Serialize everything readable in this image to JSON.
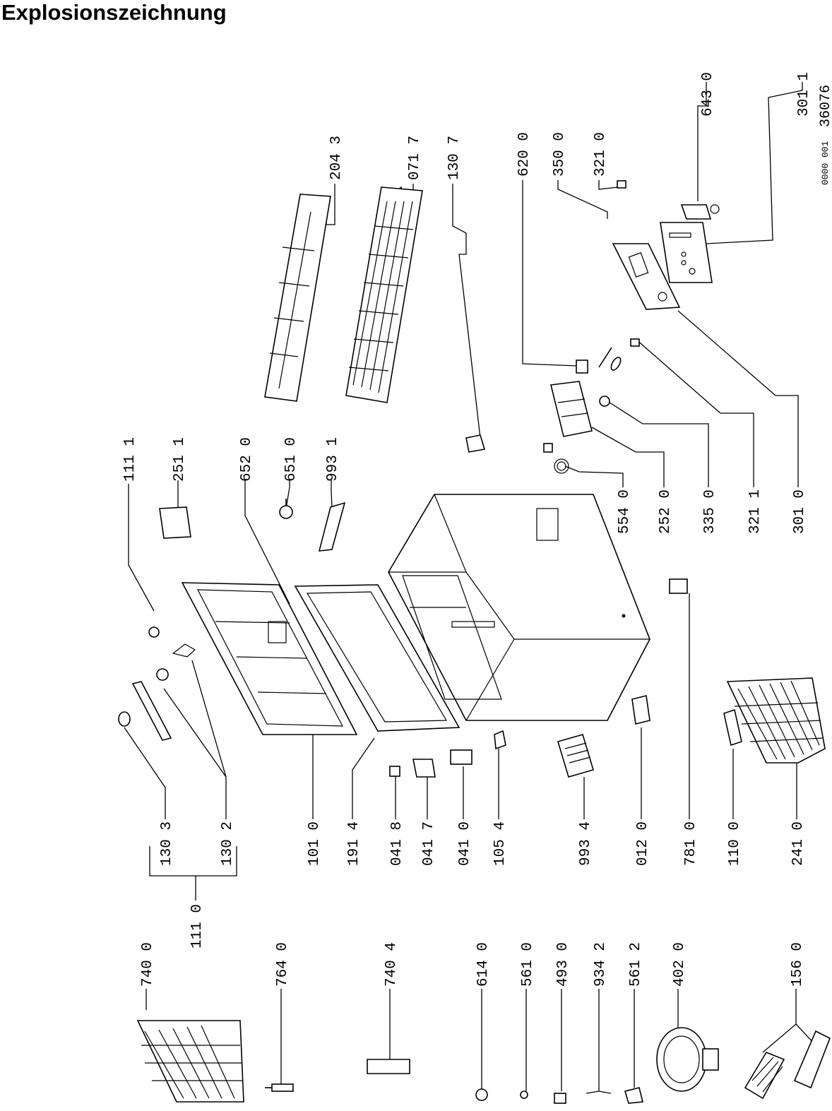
{
  "title": "Explosionszeichnung",
  "doc_number": "0000 001",
  "doc_code": "36076",
  "labels": {
    "p3011": "301 1",
    "p6430": "643 0",
    "p2043": "204 3",
    "p0717": "071 7",
    "p1307": "130 7",
    "p6200": "620 0",
    "p3500": "350 0",
    "p3210": "321 0",
    "p1111": "111 1",
    "p2511": "251 1",
    "p6520": "652 0",
    "p6510": "651 0",
    "p9931": "993 1",
    "p5540": "554 0",
    "p2520": "252 0",
    "p3350": "335 0",
    "p3211": "321 1",
    "p3010": "301 0",
    "p1303": "130 3",
    "p1302": "130 2",
    "p1010": "101 0",
    "p1914": "191 4",
    "p0418": "041 8",
    "p0417": "041 7",
    "p0410": "041 0",
    "p1054": "105 4",
    "p9934": "993 4",
    "p0120": "012 0",
    "p7810": "781 0",
    "p1100": "110 0",
    "p2410": "241 0",
    "p1110": "111 0",
    "p7400": "740 0",
    "p7640": "764 0",
    "p7404": "740 4",
    "p6140": "614 0",
    "p5610": "561 0",
    "p4930": "493 0",
    "p9342": "934 2",
    "p5612": "561 2",
    "p4020": "402 0",
    "p1560": "156 0"
  }
}
